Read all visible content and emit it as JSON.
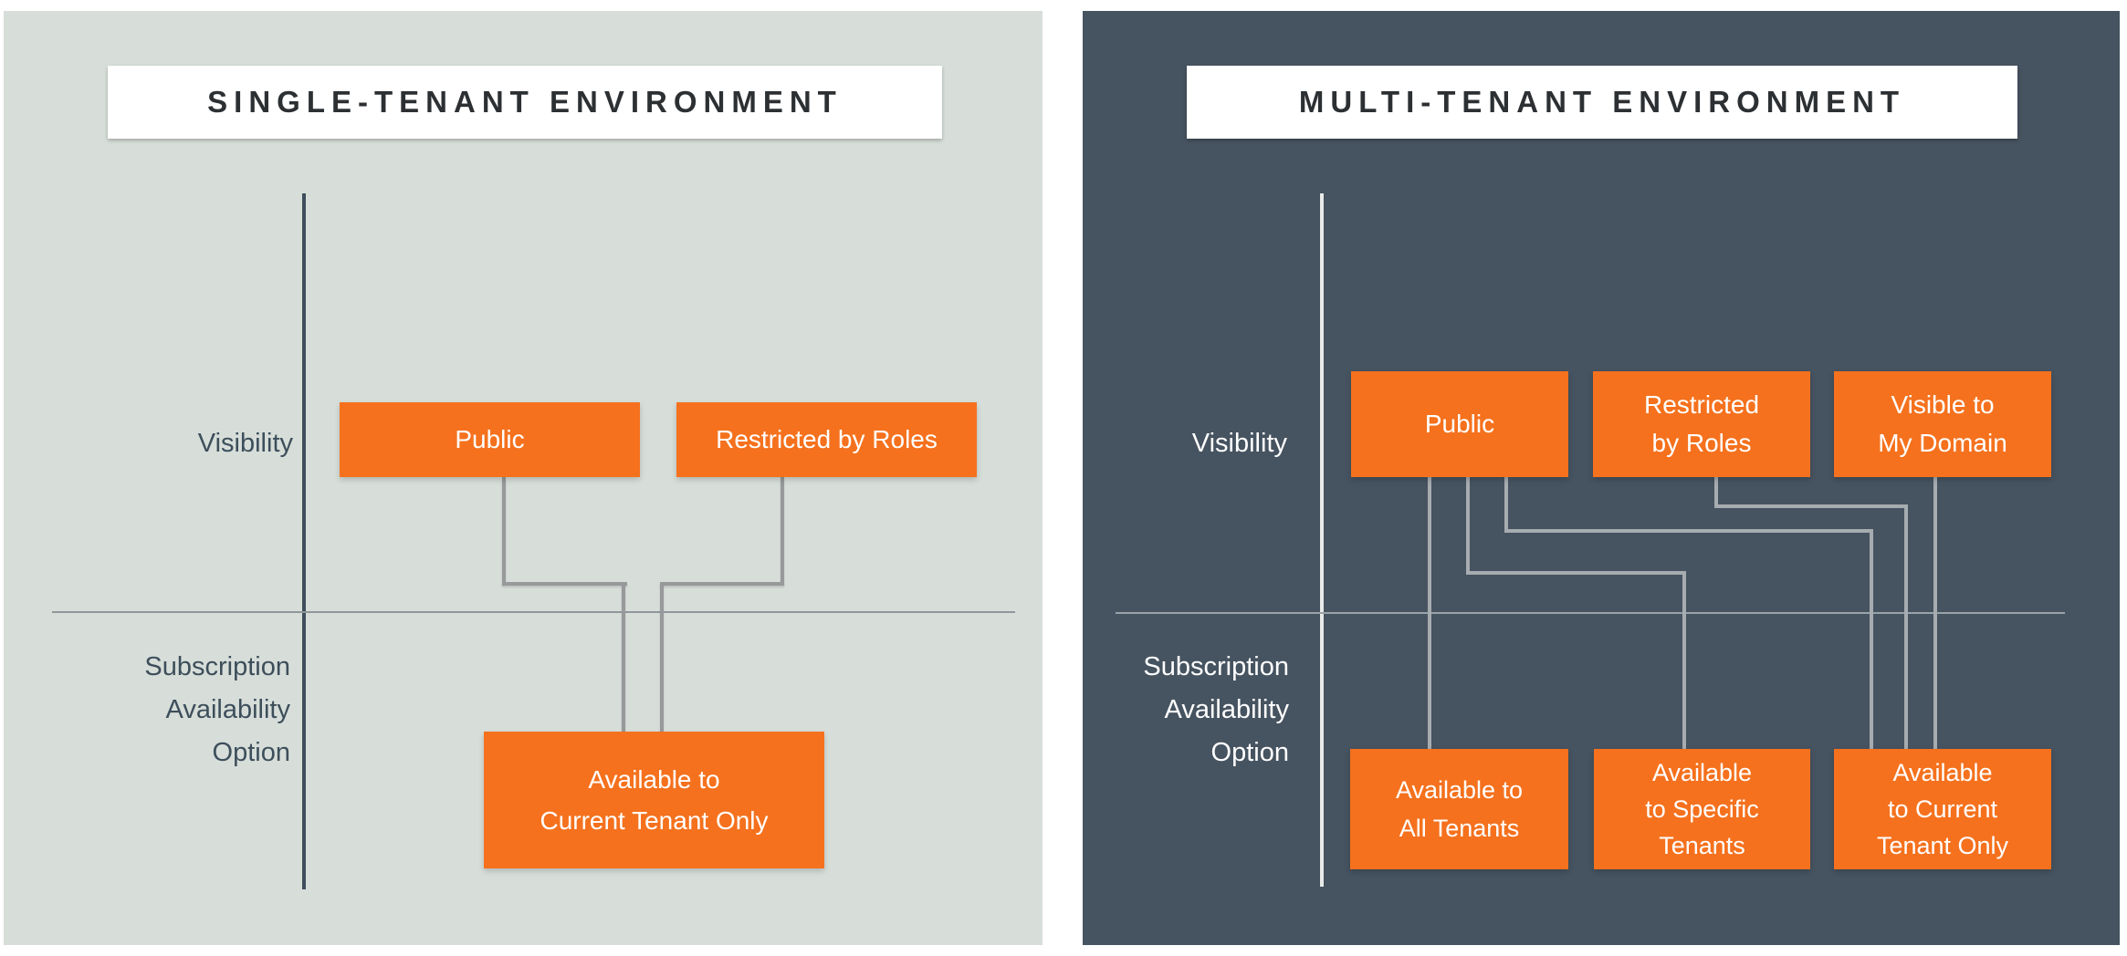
{
  "colors": {
    "page_bg": "#ffffff",
    "left_panel_bg": "#d7ded9",
    "right_panel_bg": "#465360",
    "box_orange": "#f5711d",
    "box_text": "#ffffff",
    "title_text": "#2d3033",
    "left_label_text": "#3d4e5b",
    "right_label_text": "#ffffff",
    "left_axis_line": "#3d4e5b",
    "right_axis_line": "#e8eaea",
    "left_connector": "#97999b",
    "right_connector": "#a6acb0",
    "left_divider": "#8f979b",
    "right_divider": "#9aa3a9"
  },
  "left_panel": {
    "title": "SINGLE-TENANT ENVIRONMENT",
    "axis_labels": {
      "visibility": "Visibility",
      "subscription": [
        "Subscription",
        "Availability",
        "Option"
      ]
    },
    "visibility_boxes": [
      {
        "lines": [
          "Public"
        ]
      },
      {
        "lines": [
          "Restricted by Roles"
        ]
      }
    ],
    "subscription_boxes": [
      {
        "lines": [
          "Available to",
          "Current Tenant Only"
        ]
      }
    ]
  },
  "right_panel": {
    "title": "MULTI-TENANT ENVIRONMENT",
    "axis_labels": {
      "visibility": "Visibility",
      "subscription": [
        "Subscription",
        "Availability",
        "Option"
      ]
    },
    "visibility_boxes": [
      {
        "lines": [
          "Public"
        ]
      },
      {
        "lines": [
          "Restricted",
          "by Roles"
        ]
      },
      {
        "lines": [
          "Visible to",
          "My Domain"
        ]
      }
    ],
    "subscription_boxes": [
      {
        "lines": [
          "Available to",
          "All Tenants"
        ]
      },
      {
        "lines": [
          "Available",
          "to Specific",
          "Tenants"
        ]
      },
      {
        "lines": [
          "Available",
          "to Current",
          "Tenant Only"
        ]
      }
    ]
  }
}
